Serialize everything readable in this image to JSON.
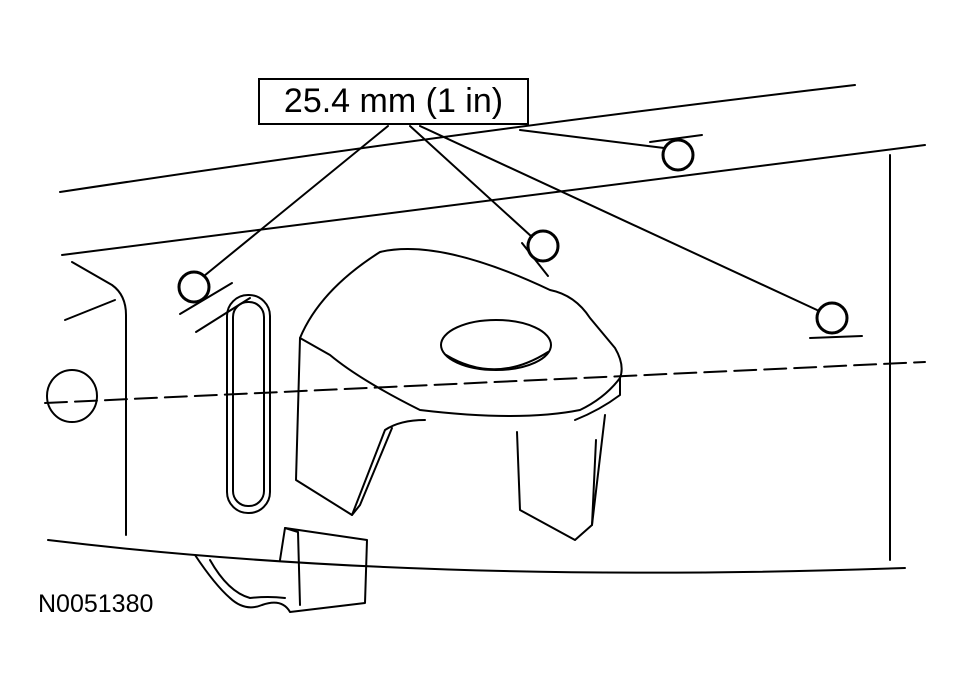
{
  "diagram": {
    "dimension_label": "25.4 mm (1 in)",
    "reference_code": "N0051380",
    "callout_count": 4
  },
  "colors": {
    "line": "#000000",
    "background": "#ffffff"
  }
}
